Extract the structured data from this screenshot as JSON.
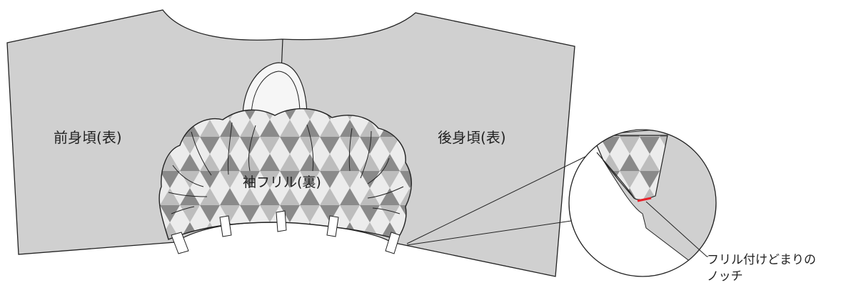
{
  "labels": {
    "front_bodice": "前身頃(表)",
    "back_bodice": "後身頃(表)",
    "sleeve_frill": "袖フリル(裏)",
    "notch_callout_line1": "フリル付けどまりの",
    "notch_callout_line2": "ノッチ"
  },
  "colors": {
    "fabric_gray": "#d0d0d0",
    "outline": "#222222",
    "frill_light": "#ececec",
    "triangle_dark": "#8a8a8a",
    "triangle_light": "#bdbdbd",
    "notch_red": "#e8222a"
  }
}
